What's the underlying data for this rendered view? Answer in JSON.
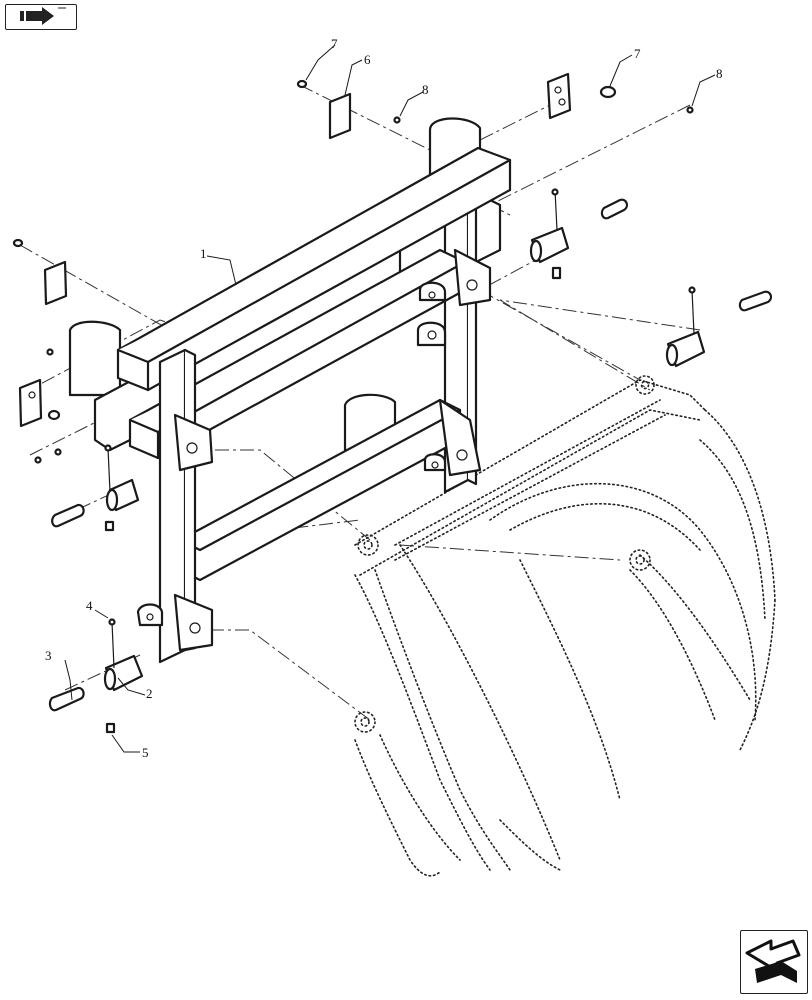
{
  "navigation": {
    "top_icon": "return-arrow-icon",
    "bottom_icon": "next-page-arrow-icon"
  },
  "callouts": {
    "frame": "1",
    "bushing": "2",
    "pin": "3",
    "bolt": "4",
    "nut": "5",
    "plate": "6",
    "rivet_left": "7",
    "rivet_right": "7",
    "screw_left": "8",
    "screw_right": "8"
  },
  "colors": {
    "ink": "#1a1a1a",
    "background": "#ffffff"
  }
}
